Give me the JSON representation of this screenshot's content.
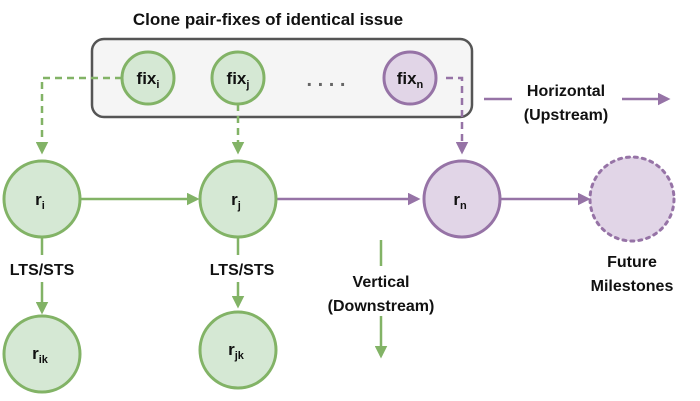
{
  "title": "Clone pair-fixes of identical issue",
  "fixes": [
    {
      "base": "fix",
      "sub": "i",
      "status": "past"
    },
    {
      "base": "fix",
      "sub": "j",
      "status": "past"
    },
    {
      "base": "fix",
      "sub": "n",
      "status": "current"
    }
  ],
  "ellipsis": ". . . .",
  "releases": [
    {
      "base": "r",
      "sub": "i",
      "status": "past"
    },
    {
      "base": "r",
      "sub": "j",
      "status": "past"
    },
    {
      "base": "r",
      "sub": "n",
      "status": "current"
    }
  ],
  "branches": [
    {
      "base": "r",
      "sub": "ik",
      "label": "LTS/STS"
    },
    {
      "base": "r",
      "sub": "jk",
      "label": "LTS/STS"
    }
  ],
  "future": {
    "line1": "Future",
    "line2": "Milestones"
  },
  "horizontal": {
    "line1": "Horizontal",
    "line2": "(Upstream)"
  },
  "vertical": {
    "line1": "Vertical",
    "line2": "(Downstream)"
  },
  "colors": {
    "green_stroke": "#82b366",
    "green_fill": "#d5e8d4",
    "purple_stroke": "#9673a6",
    "purple_fill": "#e1d5e7",
    "box_stroke": "#555555",
    "box_fill": "#f5f5f5"
  }
}
